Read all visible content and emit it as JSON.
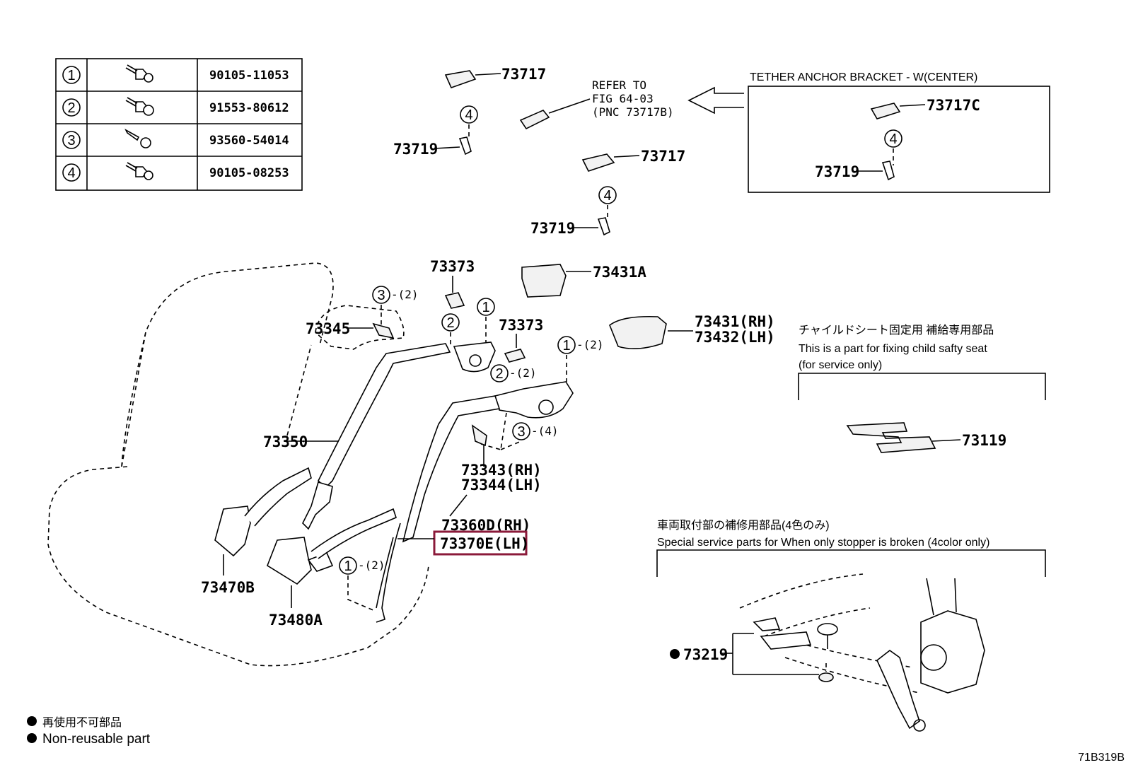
{
  "parts_table": {
    "rows": [
      {
        "num": "1",
        "part_no": "90105-11053"
      },
      {
        "num": "2",
        "part_no": "91553-80612"
      },
      {
        "num": "3",
        "part_no": "93560-54014"
      },
      {
        "num": "4",
        "part_no": "90105-08253"
      }
    ]
  },
  "labels": {
    "p73717_top": "73717",
    "p73717_mid": "73717",
    "p73719_top": "73719",
    "p73719_mid": "73719",
    "refer_line1": "REFER TO",
    "refer_line2": "FIG 64-03",
    "refer_line3": "(PNC 73717B)",
    "p73373_top": "73373",
    "p73373_mid": "73373",
    "p73431A": "73431A",
    "p73431": "73431(RH)",
    "p73432": "73432(LH)",
    "p73345": "73345",
    "p73350": "73350",
    "p73343": "73343(RH)",
    "p73344": "73344(LH)",
    "p73360D": "73360D(RH)",
    "p73370E": "73370E(LH)",
    "p73470B": "73470B",
    "p73480A": "73480A",
    "p73119": "73119",
    "p73219": "73219",
    "c1": "1",
    "c2": "2",
    "c3": "3",
    "c4": "4",
    "q2": "-(2)",
    "q4": "-(4)"
  },
  "tether_box": {
    "title": "TETHER ANCHOR BRACKET - W(CENTER)",
    "p73717C": "73717C",
    "p73719": "73719"
  },
  "child_seat": {
    "jp": "チャイルドシート固定用 補給専用部品",
    "en1": "This is a part for fixing child safty seat",
    "en2": "(for service only)"
  },
  "stopper": {
    "jp": "車両取付部の補修用部品(4色のみ)",
    "en": "Special service parts for When only stopper is broken (4color only)"
  },
  "legend": {
    "jp": "再使用不可部品",
    "en": "Non-reusable part"
  },
  "figure_code": "71B319B",
  "highlight_color": "#8b1a3a"
}
